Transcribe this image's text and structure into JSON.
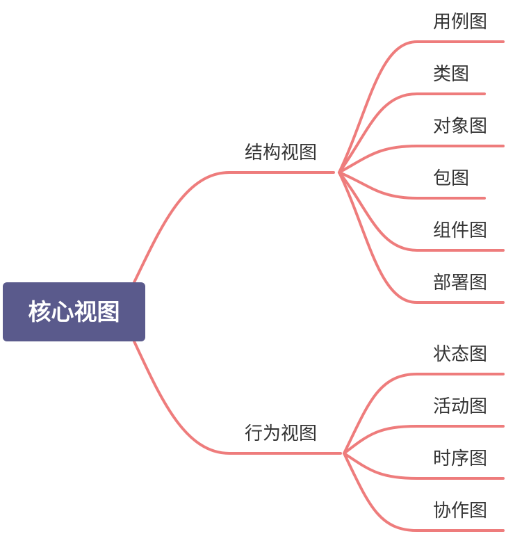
{
  "style": {
    "line_color": "#ee7c7c",
    "root_bg": "#5a5a8c",
    "root_text": "#ffffff",
    "text": "#333333"
  },
  "root": {
    "label": "核心视图"
  },
  "branches": [
    {
      "label": "结构视图",
      "children": [
        "用例图",
        "类图",
        "对象图",
        "包图",
        "组件图",
        "部署图"
      ]
    },
    {
      "label": "行为视图",
      "children": [
        "状态图",
        "活动图",
        "时序图",
        "协作图"
      ]
    }
  ]
}
